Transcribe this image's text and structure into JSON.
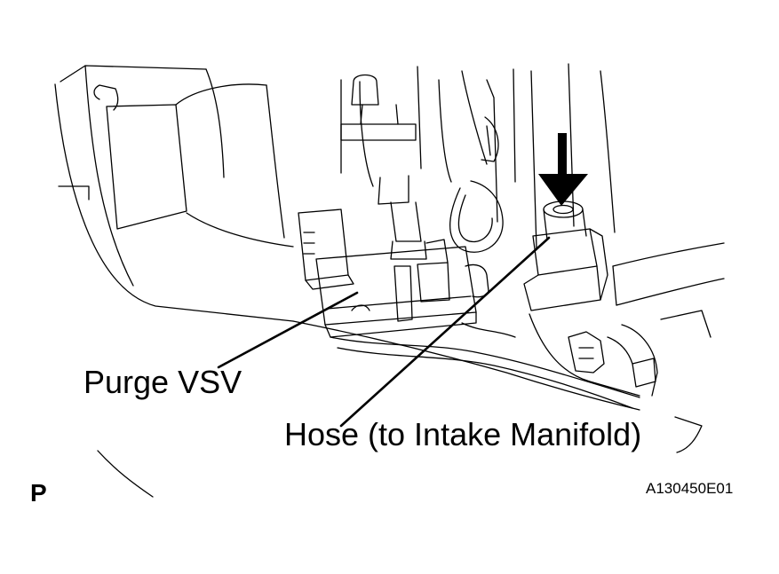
{
  "labels": {
    "purge_vsv": "Purge VSV",
    "hose": "Hose (to Intake Manifold)",
    "view_letter": "P",
    "figure_code": "A130450E01"
  },
  "colors": {
    "ink": "#000000",
    "background": "#ffffff"
  },
  "icons": {
    "indicator_arrow": "down-right-arrow"
  }
}
